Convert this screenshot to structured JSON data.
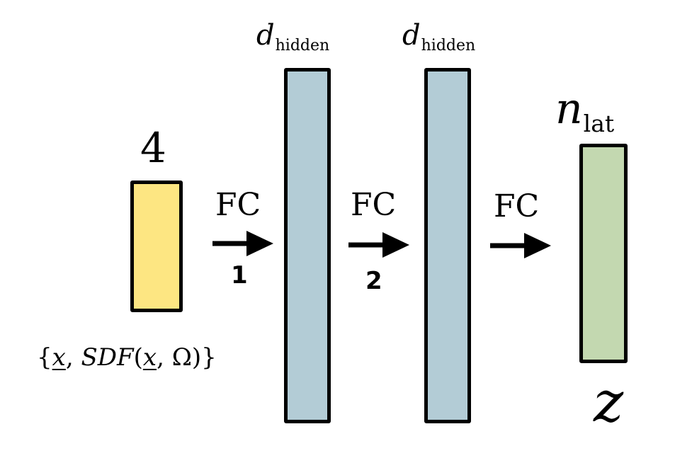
{
  "layers": [
    {
      "id": "input",
      "size_label": "4",
      "caption_parts": {
        "open": "{",
        "x1": "x",
        "sep": ", ",
        "sdf": "SDF",
        "paren_open": "(",
        "x2": "x",
        "comma": ", ",
        "omega": "Ω",
        "close": ")}"
      },
      "color": "#fde682"
    },
    {
      "id": "hidden1",
      "size_label_main": "d",
      "size_label_sub": "hidden",
      "color": "#b3ccd6"
    },
    {
      "id": "hidden2",
      "size_label_main": "d",
      "size_label_sub": "hidden",
      "color": "#b3ccd6"
    },
    {
      "id": "latent",
      "size_label_main": "n",
      "size_label_sub": "lat",
      "caption": "z",
      "color": "#c3d8b0"
    }
  ],
  "connections": [
    {
      "label": "FC",
      "index": "1"
    },
    {
      "label": "FC",
      "index": "2"
    },
    {
      "label": "FC",
      "index": ""
    }
  ]
}
